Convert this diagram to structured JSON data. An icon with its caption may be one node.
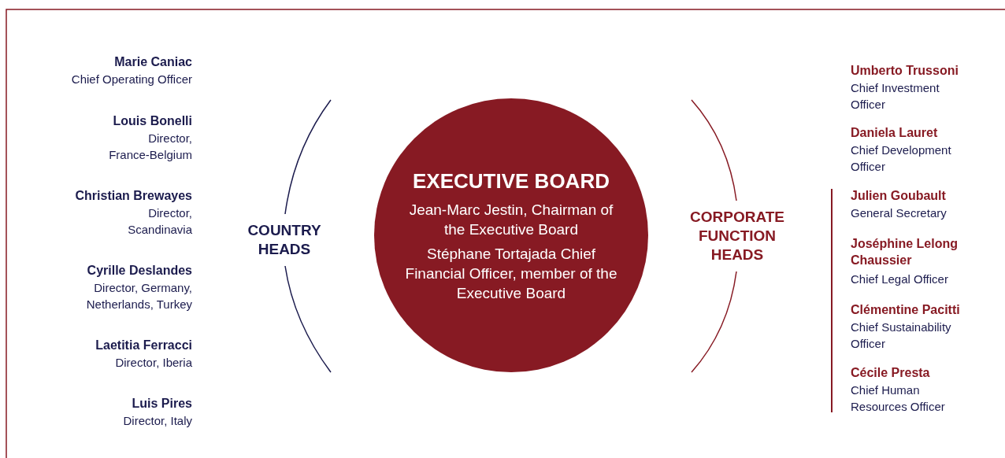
{
  "diagram": {
    "nodes": [
      {
        "text": [
          "EXECUTIVE BOARD",
          "Jean-Marc Jestin, Chairman of the Executive Board",
          "Stéphane Tortajada Chief Financial Officer, member of the Executive Board"
        ]
      }
    ],
    "edges": [],
    "labels": [
      "Marie Caniac",
      "Chief Operating Officer",
      "Louis Bonelli",
      "Director, France-Belgium",
      "Christian Brewayes",
      "Director, Scandinavia",
      "Cyrille Deslandes",
      "Director, Germany, Netherlands, Turkey",
      "Laetitia Ferracci",
      "Director, Iberia",
      "Luis Pires",
      "Director, Italy",
      "COUNTRY HEADS",
      "CORPORATE FUNCTION HEADS",
      "Umberto Trussoni",
      "Chief Investment Officer",
      "Daniela Lauret",
      "Chief Development Officer",
      "Julien Goubault",
      "General Secretary",
      "Joséphine Lelong Chaussier",
      "Chief Legal Officer",
      "Clémentine Pacitti",
      "Chief Sustainability Officer",
      "Cécile Presta",
      "Chief Human Resources Officer"
    ]
  }
}
